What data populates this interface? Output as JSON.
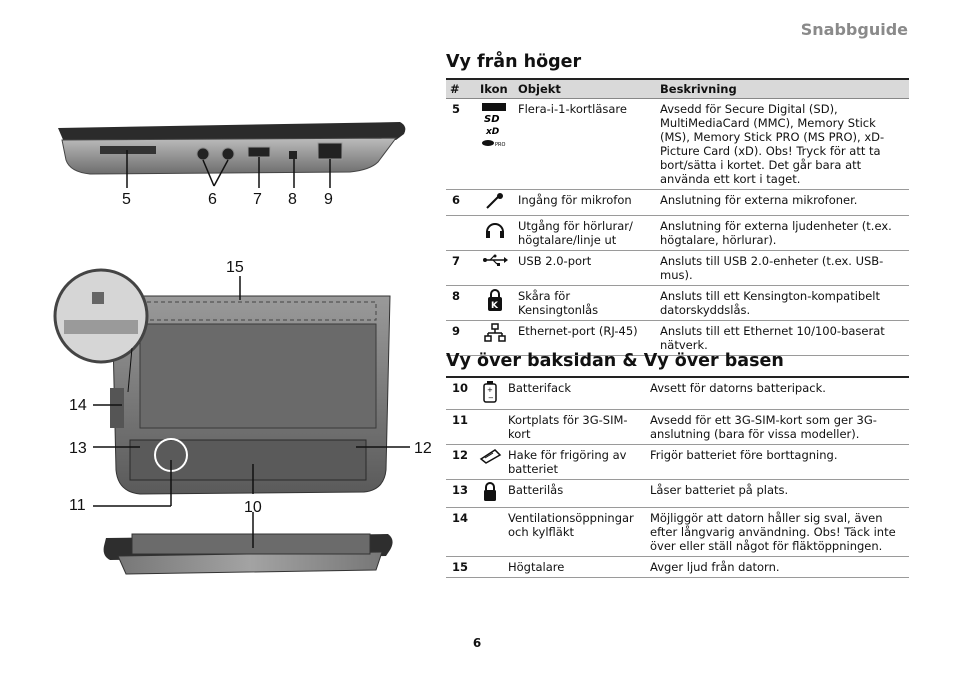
{
  "header": {
    "label": "Snabbguide"
  },
  "right_view": {
    "title": "Vy från höger",
    "columns": [
      "#",
      "Ikon",
      "Objekt",
      "Beskrivning"
    ],
    "rows": [
      {
        "num": "5",
        "icon": "card-reader-icon",
        "object": "Flera-i-1-kortläsare",
        "description": "Avsedd för Secure Digital (SD), MultiMediaCard (MMC), Memory Stick (MS), Memory Stick PRO (MS PRO), xD-Picture Card (xD). Obs! Tryck för att ta bort/sätta i kortet. Det går bara att använda ett kort i taget."
      },
      {
        "num": "6",
        "icon": "microphone-icon",
        "object": "Ingång för mikrofon",
        "description": "Anslutning för externa mikrofoner."
      },
      {
        "num": "",
        "icon": "headphones-icon",
        "object": "Utgång för hörlurar/ högtalare/linje ut",
        "description": "Anslutning för externa ljudenheter (t.ex. högtalare, hörlurar)."
      },
      {
        "num": "7",
        "icon": "usb-icon",
        "object": "USB 2.0-port",
        "description": "Ansluts till USB 2.0-enheter (t.ex. USB-mus)."
      },
      {
        "num": "8",
        "icon": "kensington-lock-icon",
        "object": "Skåra för Kensingtonlås",
        "description": "Ansluts till ett Kensington-kompatibelt datorskyddslås."
      },
      {
        "num": "9",
        "icon": "ethernet-icon",
        "object": "Ethernet-port (RJ-45)",
        "description": "Ansluts till ett Ethernet 10/100-baserat nätverk."
      }
    ]
  },
  "rear_base_view": {
    "title": "Vy över baksidan & Vy över basen",
    "rows": [
      {
        "num": "10",
        "icon": "battery-icon",
        "object": "Batterifack",
        "description": "Avsett för datorns batteripack."
      },
      {
        "num": "11",
        "icon": "",
        "object": "Kortplats för 3G-SIM-kort",
        "description": "Avsedd för ett 3G-SIM-kort som ger 3G-anslutning (bara för vissa modeller)."
      },
      {
        "num": "12",
        "icon": "battery-release-icon",
        "object": "Hake för frigöring av batteriet",
        "description": "Frigör batteriet före borttagning."
      },
      {
        "num": "13",
        "icon": "padlock-icon",
        "object": "Batterilås",
        "description": "Låser batteriet på plats."
      },
      {
        "num": "14",
        "icon": "",
        "object": "Ventilationsöppningar och kylfläkt",
        "description": "Möjliggör att datorn håller sig sval, även efter långvarig användning. Obs! Täck inte över eller ställ något för fläktöppningen."
      },
      {
        "num": "15",
        "icon": "",
        "object": "Högtalare",
        "description": "Avger ljud från datorn."
      }
    ]
  },
  "figure": {
    "callouts": [
      "5",
      "6",
      "7",
      "8",
      "9",
      "15",
      "14",
      "13",
      "12",
      "11",
      "10"
    ]
  },
  "page_number": "6"
}
